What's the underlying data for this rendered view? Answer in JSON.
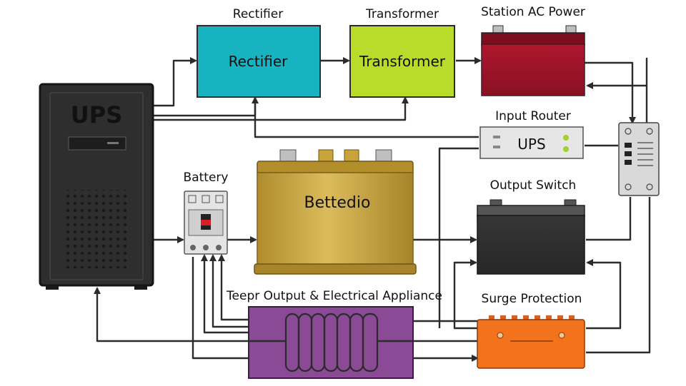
{
  "diagram": {
    "ups_tower": {
      "label": "UPS",
      "color": "#2e2e2e"
    },
    "rectifier": {
      "caption": "Rectifier",
      "label": "Rectifier",
      "color": "#17b3c0"
    },
    "transformer": {
      "caption": "Transformer",
      "label": "Transformer",
      "color": "#b9db2a"
    },
    "station_ac_power": {
      "caption": "Station AC Power",
      "color": "#a3142a"
    },
    "input_router": {
      "caption": "Input Router",
      "label": "UPS"
    },
    "battery": {
      "caption": "Battery"
    },
    "big_battery": {
      "label": "Bettedio",
      "color": "#c9a43a"
    },
    "output_switch": {
      "caption": "Output Switch",
      "color": "#2f2f2f"
    },
    "coil": {
      "caption": "Teepr Output & Electrical Appliance",
      "color": "#8a4a96"
    },
    "surge_protection": {
      "caption": "Surge Protection",
      "color": "#f2731c"
    }
  }
}
